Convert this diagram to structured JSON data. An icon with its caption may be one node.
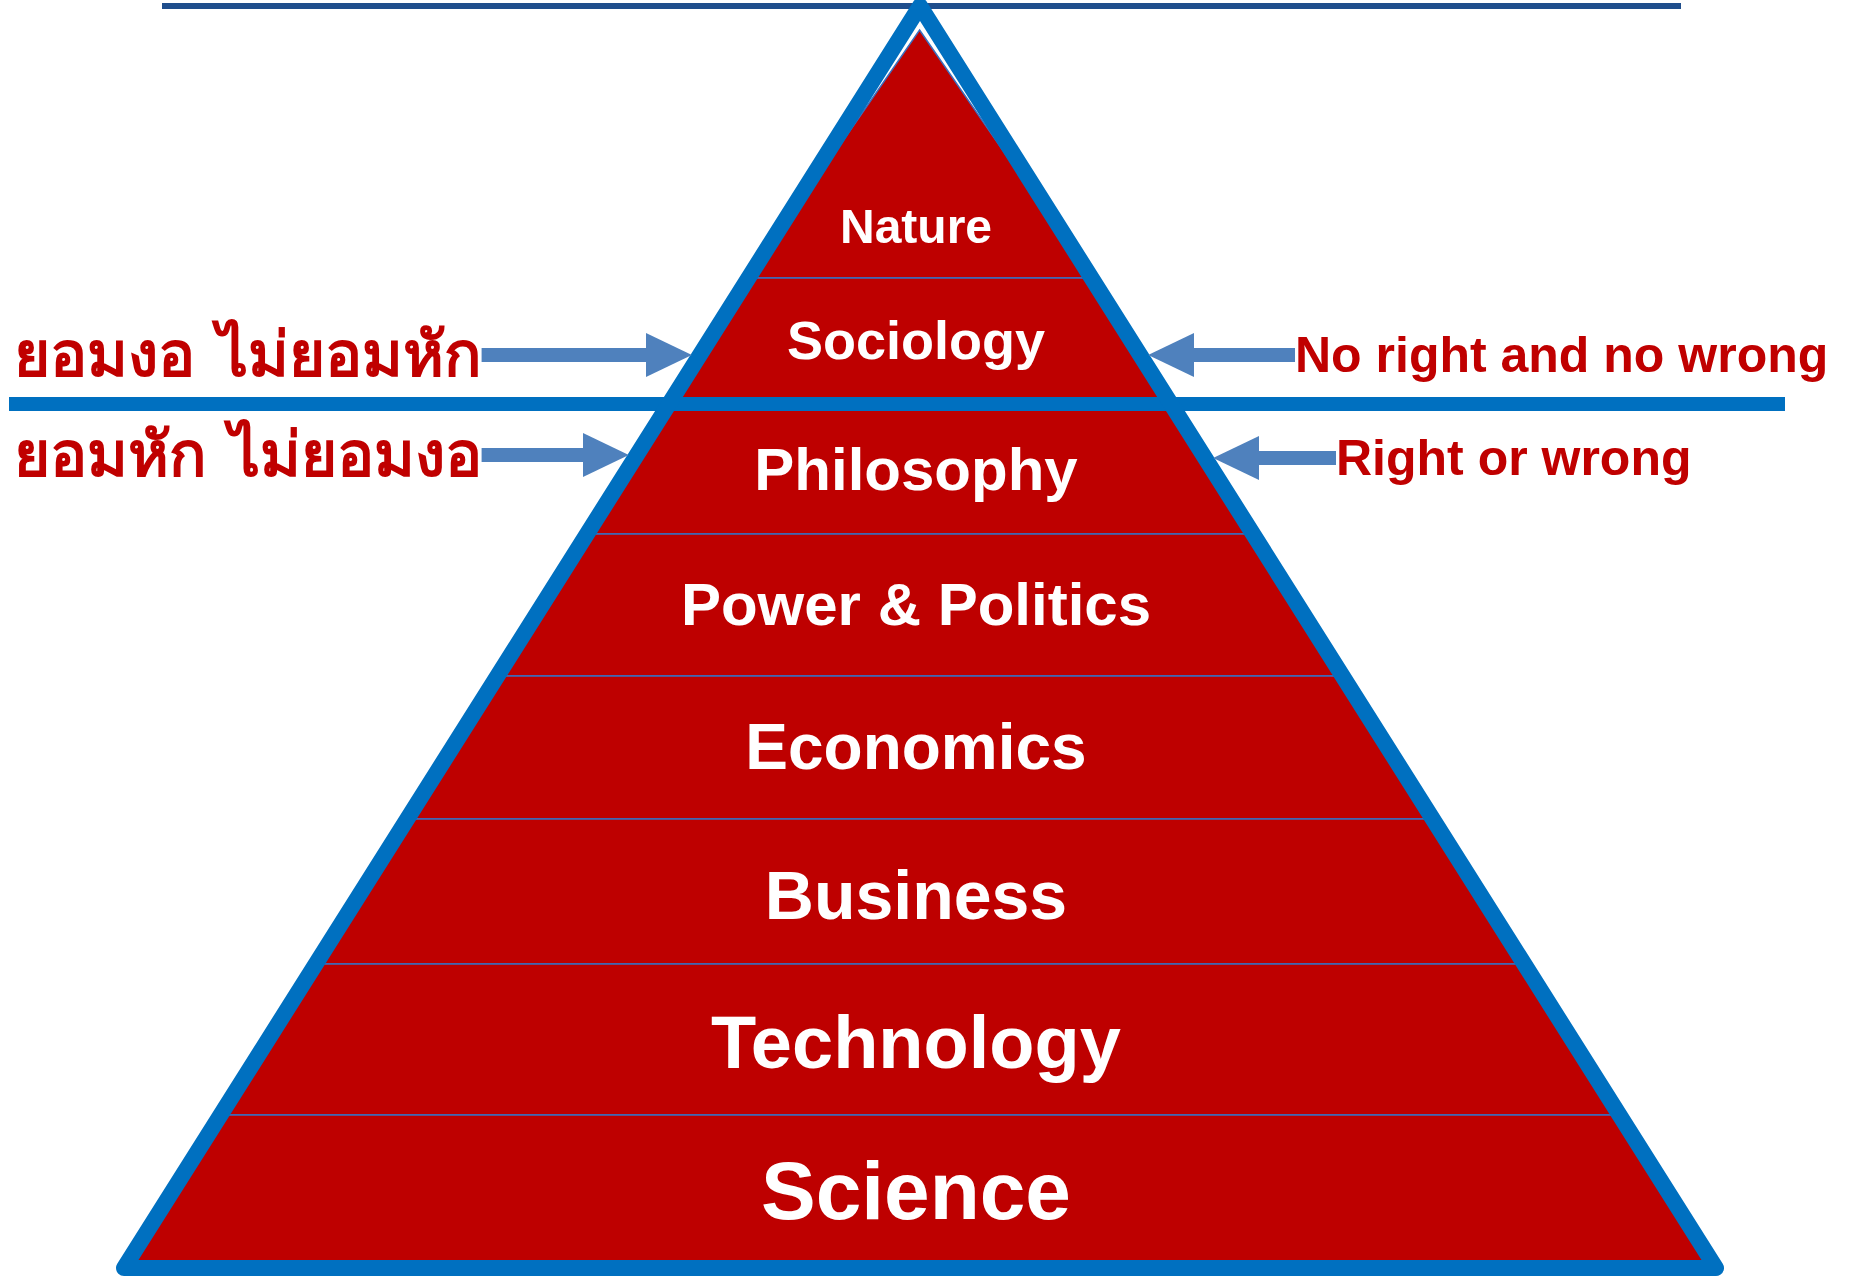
{
  "diagram": {
    "nodes": [
      {
        "text": [
          "Nature"
        ]
      },
      {
        "text": [
          "Sociology"
        ]
      },
      {
        "text": [
          "Philosophy"
        ]
      },
      {
        "text": [
          "Power & Politics"
        ]
      },
      {
        "text": [
          "Economics"
        ]
      },
      {
        "text": [
          "Business"
        ]
      },
      {
        "text": [
          "Technology"
        ]
      },
      {
        "text": [
          "Science"
        ]
      },
      {
        "text": [
          "ยอมงอ ไม่ยอมหัก"
        ]
      },
      {
        "text": [
          "ยอมหัก ไม่ยอมงอ"
        ]
      },
      {
        "text": [
          "No right and no wrong"
        ]
      },
      {
        "text": [
          "Right or wrong"
        ]
      }
    ],
    "edges": [
      {
        "from": 8,
        "to": 1,
        "arrow": "to"
      },
      {
        "from": 9,
        "to": 2,
        "arrow": "to"
      },
      {
        "from": 10,
        "to": 1,
        "arrow": "to"
      },
      {
        "from": 11,
        "to": 2,
        "arrow": "to"
      }
    ]
  }
}
